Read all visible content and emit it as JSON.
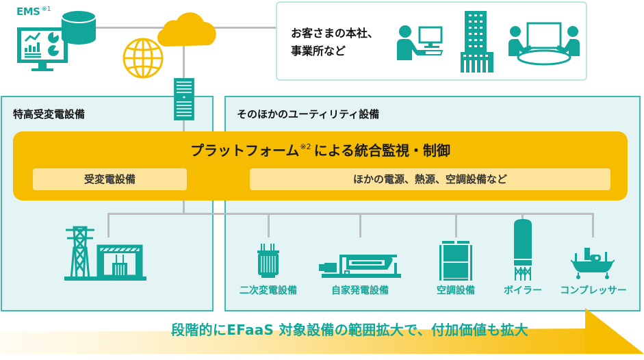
{
  "ems": {
    "label": "EMS",
    "note": "※1"
  },
  "customer": {
    "line1": "お客さまの本社、",
    "line2": "事業所など"
  },
  "sections": {
    "left_title": "特高受変電設備",
    "right_title": "そのほかのユーティリティ設備"
  },
  "platform": {
    "title_pre": "プラットフォーム",
    "title_note": "※2",
    "title_post": "による統合監視・制御",
    "pill_left": "受変電設備",
    "pill_right": "ほかの電源、熱源、空調設備など"
  },
  "equipment": [
    {
      "label": "二次変電設備",
      "icon": "transformer-icon"
    },
    {
      "label": "自家発電設備",
      "icon": "generator-icon"
    },
    {
      "label": "空調設備",
      "icon": "air-conditioner-icon"
    },
    {
      "label": "ボイラー",
      "icon": "boiler-icon"
    },
    {
      "label": "コンプレッサー",
      "icon": "compressor-icon"
    }
  ],
  "banner": {
    "text": "段階的にEFaaS 対象設備の範囲拡大で、付加価値も拡大"
  },
  "colors": {
    "teal": "#12a69a",
    "yellow": "#f6bd00",
    "pill": "#fde49a",
    "section_bg": "#e4f4f4",
    "connector": "#bdbdbd"
  }
}
